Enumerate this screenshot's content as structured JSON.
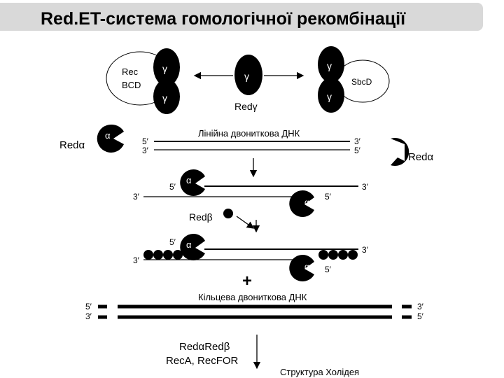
{
  "title": "Red.ET-система гомологічної рекомбінації",
  "top": {
    "recbcd": [
      "Rec",
      "BCD"
    ],
    "gamma": "γ",
    "redgamma": "Redγ",
    "sbcd": "SbcD"
  },
  "linear": {
    "caption": "Лінійна двониткова ДНК",
    "redalpha_left": "Redα",
    "redalpha_right": "Redα",
    "alpha": "α",
    "end5": "5′",
    "end3": "3′"
  },
  "redbeta": "Redβ",
  "plus": "+",
  "circular": {
    "caption": "Кільцева двониткова ДНК"
  },
  "bottom": {
    "line1": "RedαRedβ",
    "line2": "RecA, RecFOR",
    "cutoff": "Структура Холідея"
  }
}
